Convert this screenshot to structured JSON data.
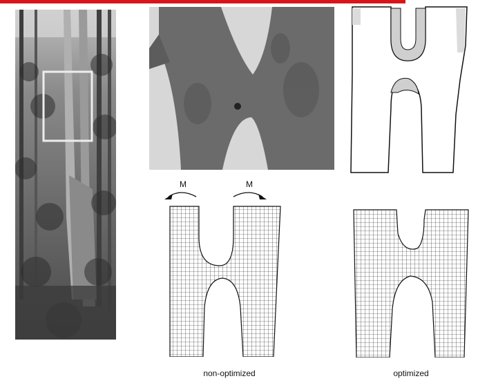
{
  "header": {
    "accent_color": "#d9141b"
  },
  "panels": {
    "forest_photo": {
      "icon": "forest-photo"
    },
    "crotch_photo": {
      "icon": "tree-crotch-photo"
    },
    "section_drawing": {
      "icon": "stress-section-drawing"
    }
  },
  "fem": {
    "moment_left_label": "M",
    "moment_right_label": "M",
    "non_optimized_caption": "non-optimized",
    "optimized_caption": "optimized"
  }
}
